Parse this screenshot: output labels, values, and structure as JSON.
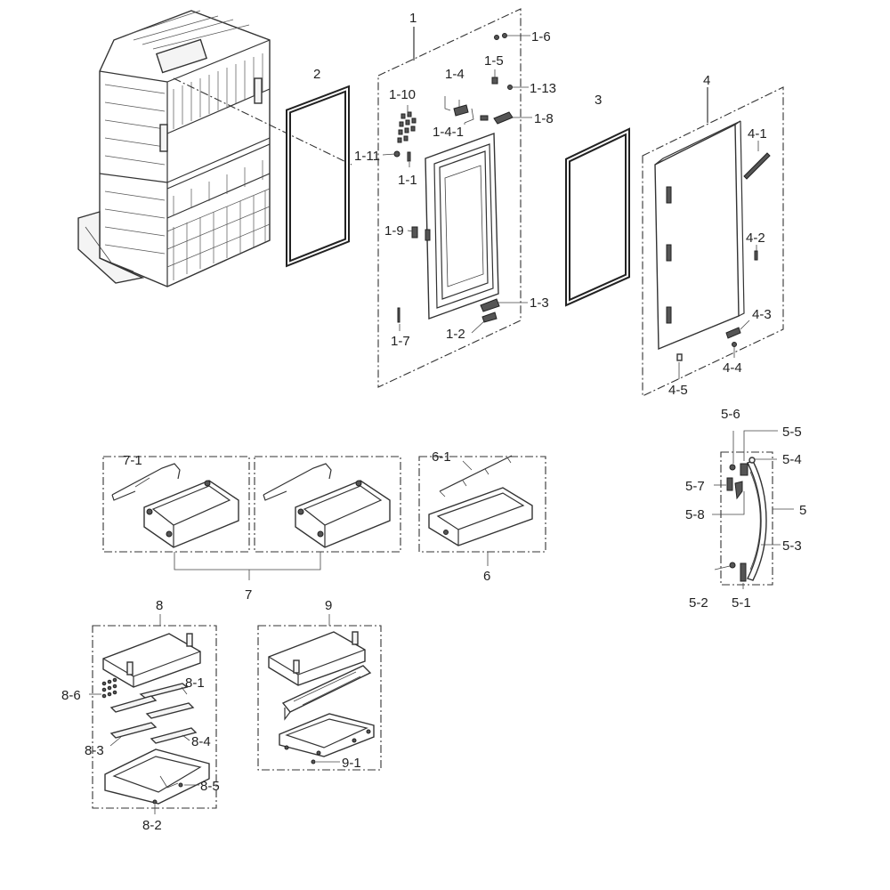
{
  "diagram": {
    "labels": [
      {
        "id": "1",
        "text": "1"
      },
      {
        "id": "1-6",
        "text": "1-6"
      },
      {
        "id": "1-5",
        "text": "1-5"
      },
      {
        "id": "1-13",
        "text": "1-13"
      },
      {
        "id": "1-10",
        "text": "1-10"
      },
      {
        "id": "1-4",
        "text": "1-4"
      },
      {
        "id": "1-8",
        "text": "1-8"
      },
      {
        "id": "1-4-1",
        "text": "1-4-1"
      },
      {
        "id": "1-11",
        "text": "1-11"
      },
      {
        "id": "1-1",
        "text": "1-1"
      },
      {
        "id": "1-9",
        "text": "1-9"
      },
      {
        "id": "1-3",
        "text": "1-3"
      },
      {
        "id": "1-2",
        "text": "1-2"
      },
      {
        "id": "1-7",
        "text": "1-7"
      },
      {
        "id": "2",
        "text": "2"
      },
      {
        "id": "3",
        "text": "3"
      },
      {
        "id": "4",
        "text": "4"
      },
      {
        "id": "4-1",
        "text": "4-1"
      },
      {
        "id": "4-2",
        "text": "4-2"
      },
      {
        "id": "4-3",
        "text": "4-3"
      },
      {
        "id": "4-4",
        "text": "4-4"
      },
      {
        "id": "4-5",
        "text": "4-5"
      },
      {
        "id": "5",
        "text": "5"
      },
      {
        "id": "5-1",
        "text": "5-1"
      },
      {
        "id": "5-2",
        "text": "5-2"
      },
      {
        "id": "5-3",
        "text": "5-3"
      },
      {
        "id": "5-4",
        "text": "5-4"
      },
      {
        "id": "5-5",
        "text": "5-5"
      },
      {
        "id": "5-6",
        "text": "5-6"
      },
      {
        "id": "5-7",
        "text": "5-7"
      },
      {
        "id": "5-8",
        "text": "5-8"
      },
      {
        "id": "6",
        "text": "6"
      },
      {
        "id": "6-1",
        "text": "6-1"
      },
      {
        "id": "7",
        "text": "7"
      },
      {
        "id": "7-1",
        "text": "7-1"
      },
      {
        "id": "8",
        "text": "8"
      },
      {
        "id": "8-1",
        "text": "8-1"
      },
      {
        "id": "8-2",
        "text": "8-2"
      },
      {
        "id": "8-3",
        "text": "8-3"
      },
      {
        "id": "8-4",
        "text": "8-4"
      },
      {
        "id": "8-5",
        "text": "8-5"
      },
      {
        "id": "8-6",
        "text": "8-6"
      },
      {
        "id": "9",
        "text": "9"
      },
      {
        "id": "9-1",
        "text": "9-1"
      }
    ]
  }
}
